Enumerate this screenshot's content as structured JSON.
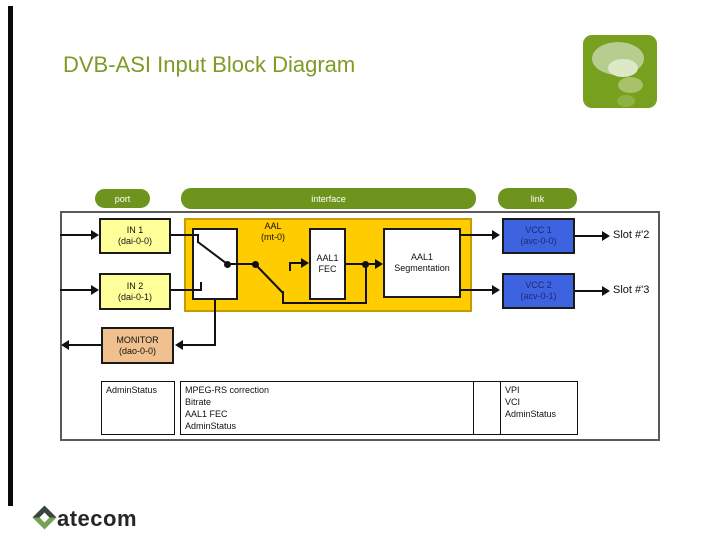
{
  "title": "DVB-ASI Input Block Diagram",
  "header_buttons": {
    "port": "port",
    "interface": "interface",
    "link": "link"
  },
  "nodes": {
    "in1": {
      "line1": "IN 1",
      "line2": "(dai-0-0)"
    },
    "in2": {
      "line1": "IN 2",
      "line2": "(dai-0-1)"
    },
    "monitor": {
      "line1": "MONITOR",
      "line2": "(dao-0-0)"
    },
    "aal": {
      "line1": "AAL",
      "line2": "(mt-0)"
    },
    "fec": {
      "line1": "AAL1",
      "line2": "FEC"
    },
    "seg": {
      "line1": "AAL1",
      "line2": "Segmentation"
    },
    "vcc1": {
      "line1": "VCC 1",
      "line2": "(avc-0-0)"
    },
    "vcc2": {
      "line1": "VCC 2",
      "line2": "(acv-0-1)"
    }
  },
  "slots": {
    "slot2": "Slot #'2",
    "slot3": "Slot #'3"
  },
  "params_table": {
    "port_col": [
      "AdminStatus"
    ],
    "interface_col": [
      "MPEG-RS correction",
      "Bitrate",
      "AAL1 FEC",
      "AdminStatus"
    ],
    "link_col": [
      "VPI",
      "VCI",
      "AdminStatus"
    ]
  },
  "footer": {
    "brand": "atecom"
  },
  "colors": {
    "accent_green": "#6f941e",
    "title_green": "#7d9b26",
    "logo_green": "#76a01e",
    "port_yellow": "#ffff99",
    "aal_gold": "#ffcc00",
    "aal_gold_border": "#c79b00",
    "monitor_salmon": "#f0c08e",
    "vcc_blue": "#3e63e0",
    "vcc_text": "#1b2a70",
    "frame_gray": "#5a5a5a"
  }
}
